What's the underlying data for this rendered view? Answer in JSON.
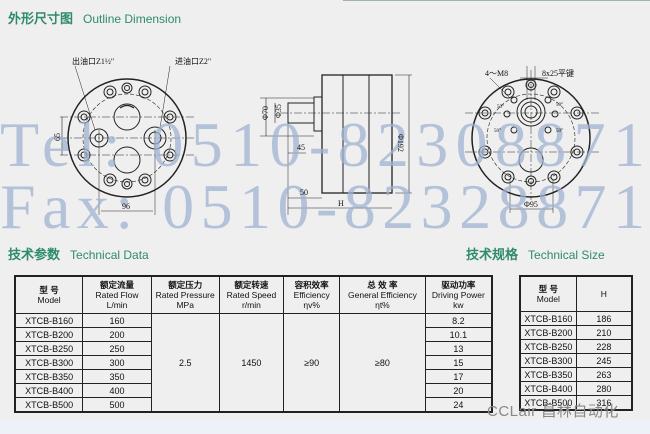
{
  "outline": {
    "title_cn": "外形尺寸图",
    "title_en": "Outline Dimension",
    "labels": {
      "outlet": "出油口Z1½\"",
      "inlet": "进油口Z2\"",
      "dim_65": "65",
      "dim_96": "96",
      "dim_phi70": "Φ70",
      "dim_phi35": "Φ35",
      "dim_phi192": "Φ192",
      "dim_45": "45",
      "dim_50": "50",
      "dim_H": "H",
      "bolts": "4～M8",
      "key": "8x25平键",
      "dim_phi95": "Φ95",
      "angle": "50°"
    }
  },
  "watermark": {
    "tel": "Tel: 0510-82308871",
    "fax": "Fax: 0510-82328871",
    "brand": "CCLair 昌林自动化"
  },
  "tech_data": {
    "title_cn": "技术参数",
    "title_en": "Technical Data",
    "headers": [
      {
        "cn": "型  号",
        "en": "Model",
        "unit": ""
      },
      {
        "cn": "额定流量",
        "en": "Rated Flow",
        "unit": "L/min"
      },
      {
        "cn": "额定压力",
        "en": "Rated Pressure",
        "unit": "MPa"
      },
      {
        "cn": "额定转速",
        "en": "Rated Speed",
        "unit": "r/min"
      },
      {
        "cn": "容积效率",
        "en": "Efficiency",
        "unit": "ηv%"
      },
      {
        "cn": "总  效  率",
        "en": "General Efficiency",
        "unit": "ηt%"
      },
      {
        "cn": "驱动功率",
        "en": "Driving Power",
        "unit": "kw"
      }
    ],
    "rows": [
      {
        "model": "XTCB-B160",
        "flow": "160",
        "power": "8.2"
      },
      {
        "model": "XTCB-B200",
        "flow": "200",
        "power": "10.1"
      },
      {
        "model": "XTCB-B250",
        "flow": "250",
        "power": "13"
      },
      {
        "model": "XTCB-B300",
        "flow": "300",
        "power": "15"
      },
      {
        "model": "XTCB-B350",
        "flow": "350",
        "power": "17"
      },
      {
        "model": "XTCB-B400",
        "flow": "400",
        "power": "20"
      },
      {
        "model": "XTCB-B500",
        "flow": "500",
        "power": "24"
      }
    ],
    "shared": {
      "pressure": "2.5",
      "speed": "1450",
      "vol_eff": "≥90",
      "gen_eff": "≥80"
    }
  },
  "tech_size": {
    "title_cn": "技术规格",
    "title_en": "Technical Size",
    "headers": {
      "model_cn": "型  号",
      "model_en": "Model",
      "h": "H"
    },
    "rows": [
      {
        "model": "XTCB-B160",
        "h": "186"
      },
      {
        "model": "XTCB-B200",
        "h": "210"
      },
      {
        "model": "XTCB-B250",
        "h": "228"
      },
      {
        "model": "XTCB-B300",
        "h": "245"
      },
      {
        "model": "XTCB-B350",
        "h": "263"
      },
      {
        "model": "XTCB-B400",
        "h": "280"
      },
      {
        "model": "XTCB-B500",
        "h": "316"
      }
    ]
  }
}
